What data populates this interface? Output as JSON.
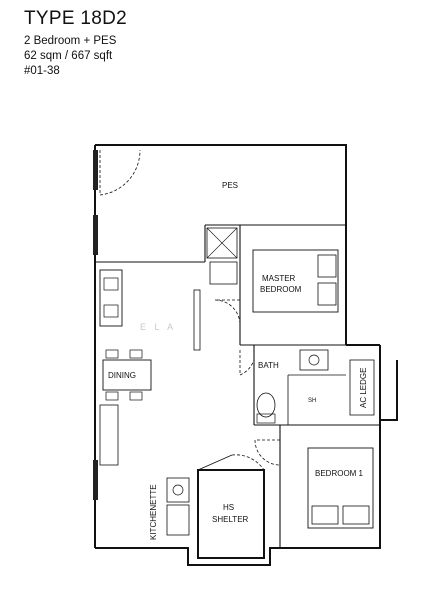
{
  "header": {
    "title": "TYPE 18D2",
    "layout": "2 Bedroom + PES",
    "area": "62 sqm / 667 sqft",
    "unit": "#01-38"
  },
  "rooms": {
    "pes": "PES",
    "master_l1": "MASTER",
    "master_l2": "BEDROOM",
    "dining": "DINING",
    "bath": "BATH",
    "sh": "SH",
    "ac_ledge": "AC LEDGE",
    "bedroom1": "BEDROOM 1",
    "kitchenette": "KITCHENETTE",
    "hs_l1": "HS",
    "hs_l2": "SHELTER"
  },
  "watermark": "E L A"
}
